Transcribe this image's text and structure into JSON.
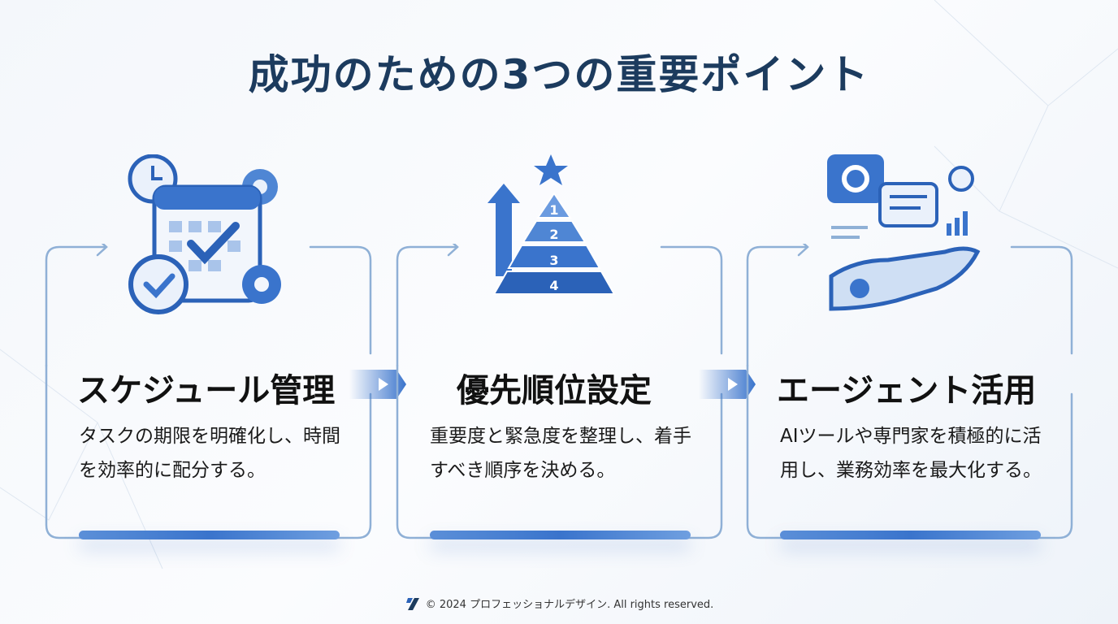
{
  "title": "成功のための3つの重要ポイント",
  "cards": [
    {
      "title": "スケジュール管理",
      "desc": "タスクの期限を明確化し、時間を効率的に配分する。",
      "icon": "calendar-clock-gear-icon"
    },
    {
      "title": "優先順位設定",
      "desc": "重要度と緊急度を整理し、着手すべき順序を決める。",
      "icon": "priority-pyramid-icon",
      "pyramid_levels": [
        "1",
        "2",
        "3",
        "4"
      ]
    },
    {
      "title": "エージェント活用",
      "desc": "AIツールや専門家を積極的に活用し、業務効率を最大化する。",
      "icon": "robot-hand-ideas-icon"
    }
  ],
  "footer": {
    "text": "© 2024 プロフェッショナルデザイン. All rights reserved."
  },
  "colors": {
    "accent": "#3a74cc",
    "title": "#1c3b5e",
    "frame": "#8fb0d6"
  }
}
